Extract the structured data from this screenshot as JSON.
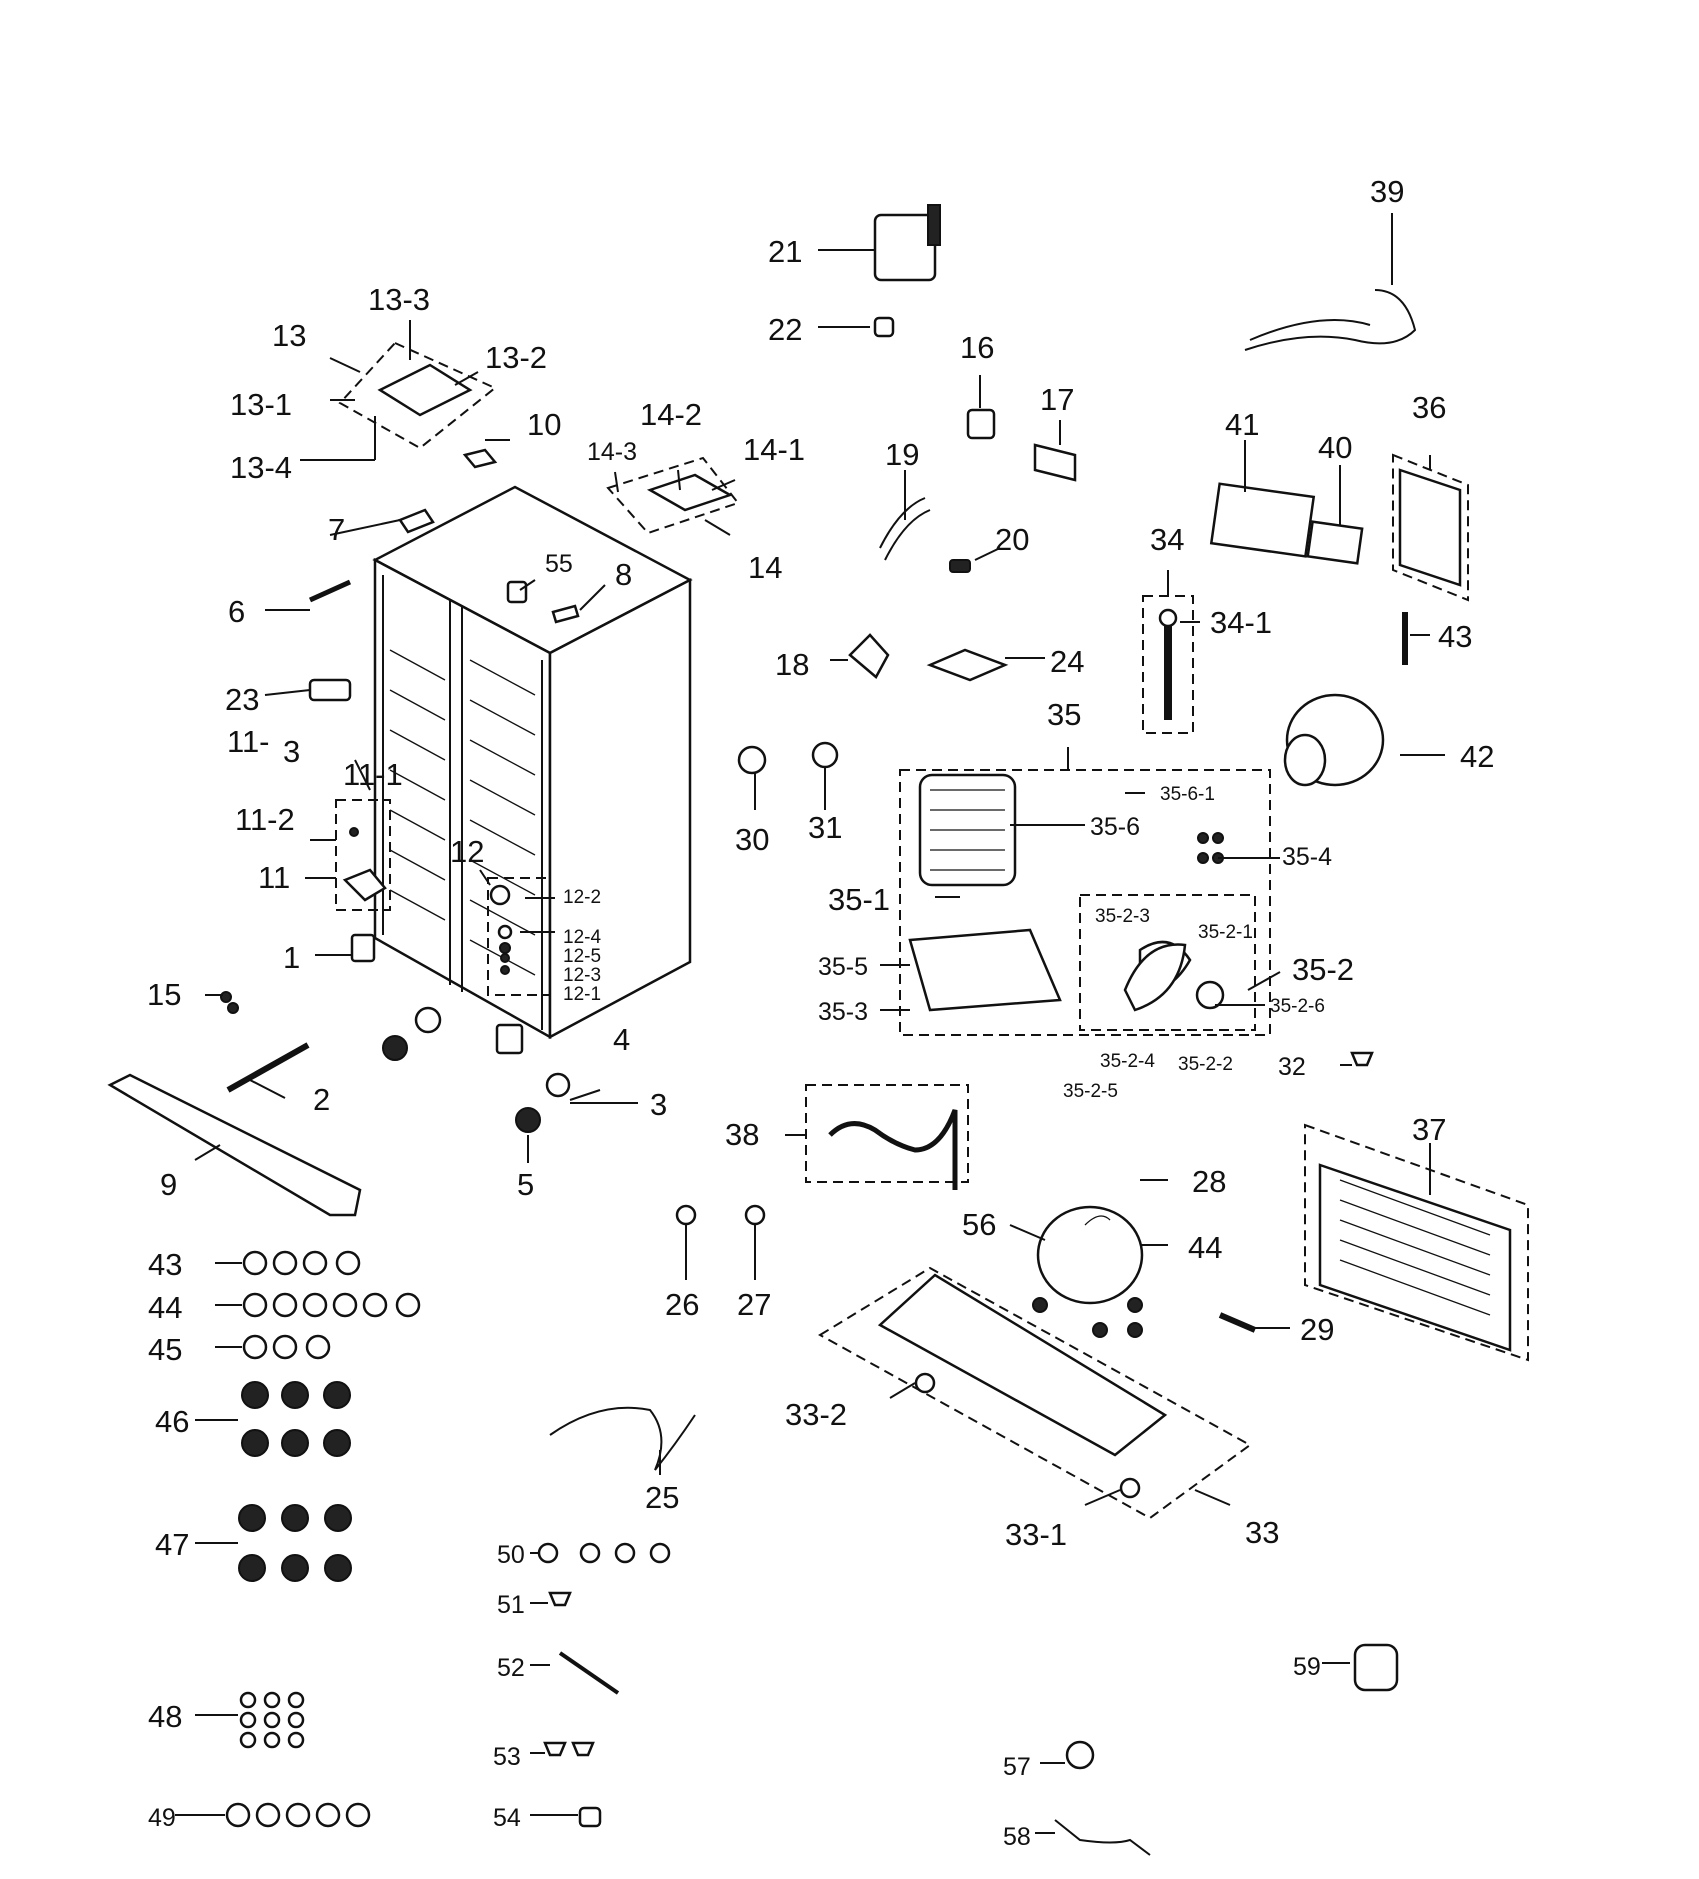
{
  "labels": {
    "l1": "1",
    "l2": "2",
    "l3": "3",
    "l3b": "3",
    "l4": "4",
    "l5": "5",
    "l6": "6",
    "l7": "7",
    "l8": "8",
    "l9": "9",
    "l10": "10",
    "l11": "11",
    "l11_1": "11-1",
    "l11_2": "11-2",
    "l11_3a": "11-",
    "l11_3b": "3",
    "l12": "12",
    "l12_1": "12-1",
    "l12_2": "12-2",
    "l12_3": "12-3",
    "l12_4": "12-4",
    "l12_5": "12-5",
    "l13": "13",
    "l13_1": "13-1",
    "l13_2": "13-2",
    "l13_3": "13-3",
    "l13_4": "13-4",
    "l14": "14",
    "l14_1": "14-1",
    "l14_2": "14-2",
    "l14_3": "14-3",
    "l15": "15",
    "l16": "16",
    "l17": "17",
    "l18": "18",
    "l19": "19",
    "l20": "20",
    "l21": "21",
    "l22": "22",
    "l23": "23",
    "l24": "24",
    "l25": "25",
    "l26": "26",
    "l27": "27",
    "l28": "28",
    "l29": "29",
    "l30": "30",
    "l31": "31",
    "l32": "32",
    "l33": "33",
    "l33_1": "33-1",
    "l33_2": "33-2",
    "l34": "34",
    "l34_1": "34-1",
    "l35": "35",
    "l35_1": "35-1",
    "l35_2": "35-2",
    "l35_3": "35-3",
    "l35_4": "35-4",
    "l35_5": "35-5",
    "l35_6": "35-6",
    "l35_6_1": "35-6-1",
    "l35_2_1": "35-2-1",
    "l35_2_2": "35-2-2",
    "l35_2_3": "35-2-3",
    "l35_2_4": "35-2-4",
    "l35_2_5": "35-2-5",
    "l35_2_6": "35-2-6",
    "l36": "36",
    "l37": "37",
    "l38": "38",
    "l39": "39",
    "l40": "40",
    "l41": "41",
    "l42": "42",
    "l43": "43",
    "l43b": "43",
    "l44": "44",
    "l44b": "44",
    "l45": "45",
    "l46": "46",
    "l47": "47",
    "l48": "48",
    "l49": "49",
    "l50": "50",
    "l51": "51",
    "l52": "52",
    "l53": "53",
    "l54": "54",
    "l55": "55",
    "l56": "56",
    "l57": "57",
    "l58": "58",
    "l59": "59"
  }
}
